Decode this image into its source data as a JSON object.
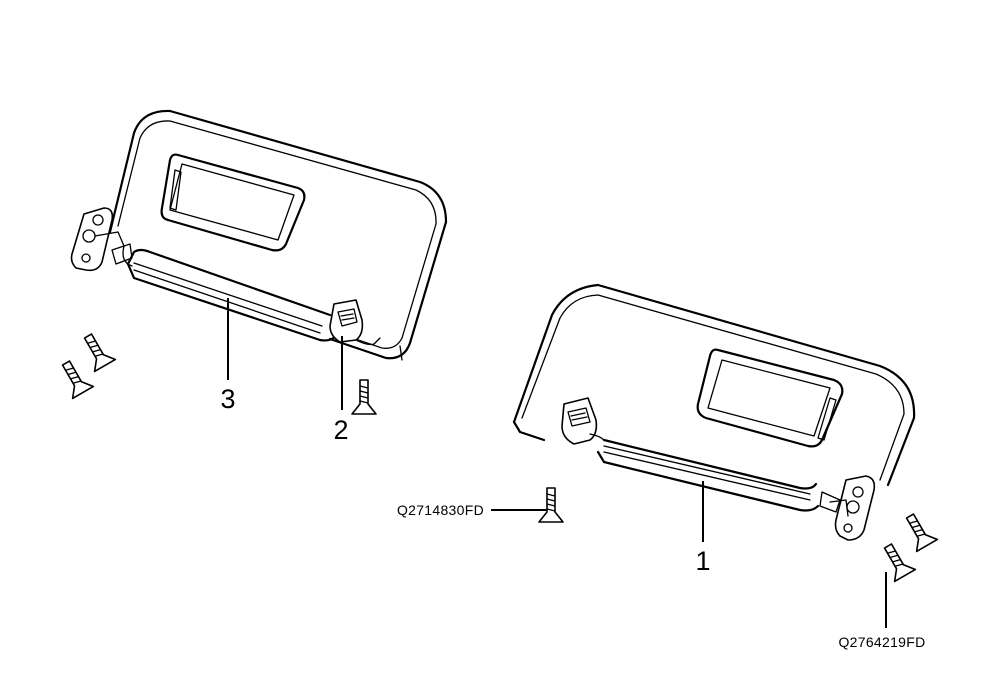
{
  "callouts": {
    "item_1": "1",
    "item_2": "2",
    "item_3": "3"
  },
  "part_numbers": {
    "screw_center": "Q2714830FD",
    "screw_right": "Q2764219FD"
  },
  "icons": [
    "sun-visor",
    "mirror",
    "clip",
    "hinge-bracket",
    "screw"
  ],
  "colors": {
    "line": "#000000",
    "background": "#ffffff"
  }
}
